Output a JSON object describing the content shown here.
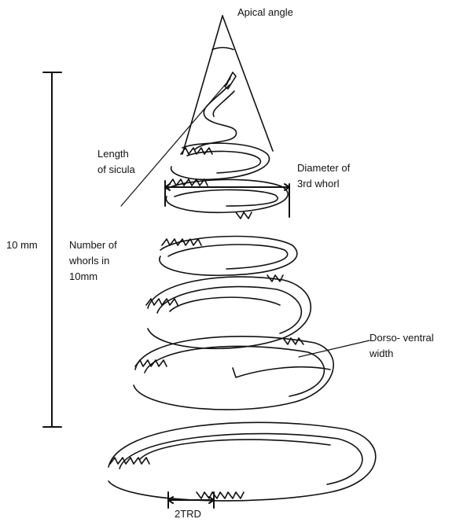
{
  "figure": {
    "labels": {
      "apical_angle": "Apical angle",
      "sicula": [
        "Length",
        "of sicula"
      ],
      "diameter": [
        "Diameter  of",
        "3rd whorl"
      ],
      "scale": "10 mm",
      "whorls": [
        "Number of",
        "whorls in",
        "10mm"
      ],
      "dorso_ventral": [
        "Dorso- ventral",
        "width"
      ],
      "trd": "2TRD"
    }
  }
}
